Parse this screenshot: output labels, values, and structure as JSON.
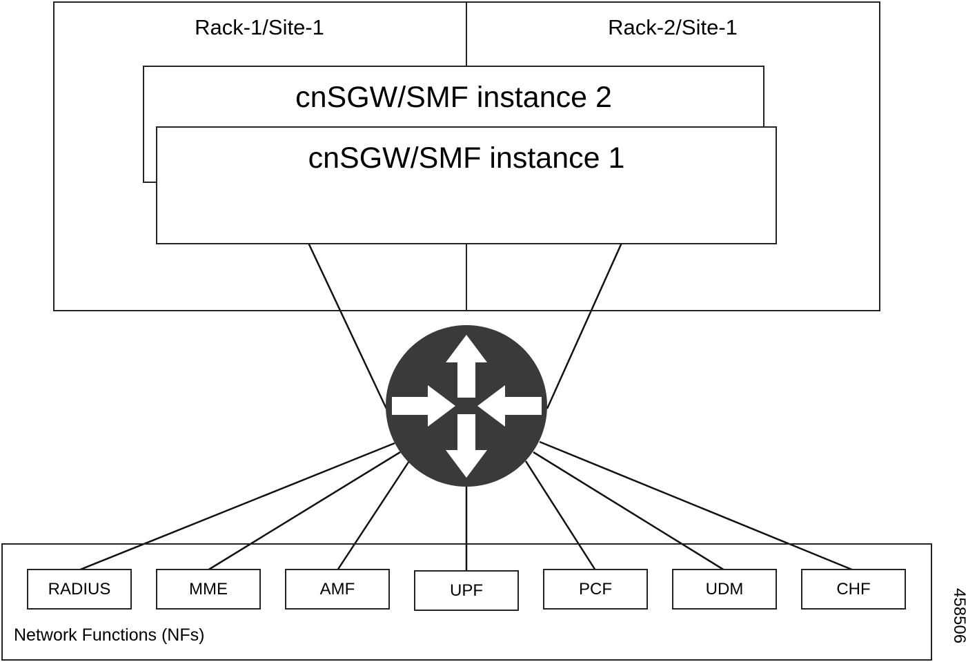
{
  "racks": [
    {
      "label": "Rack-1/Site-1"
    },
    {
      "label": "Rack-2/Site-1"
    }
  ],
  "instances": [
    {
      "title": "cnSGW/SMF instance 2"
    },
    {
      "title": "cnSGW/SMF instance 1"
    }
  ],
  "router": {
    "icon": "router-icon",
    "color": "#3a3a3a"
  },
  "nf_container": {
    "label": "Network Functions (NFs)"
  },
  "network_functions": [
    {
      "label": "RADIUS"
    },
    {
      "label": "MME"
    },
    {
      "label": "AMF"
    },
    {
      "label": "UPF"
    },
    {
      "label": "PCF"
    },
    {
      "label": "UDM"
    },
    {
      "label": "CHF"
    }
  ],
  "figure_id": "458506"
}
